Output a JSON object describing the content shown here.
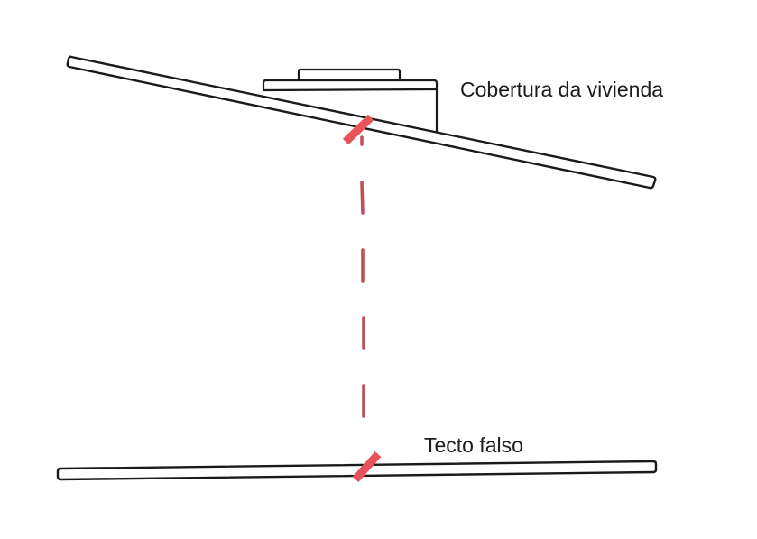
{
  "diagram": {
    "type": "schematic-sketch",
    "labels": {
      "roof": "Cobertura da vivienda",
      "false_ceiling": "Tecto falso"
    },
    "elements": [
      {
        "id": "roof-board",
        "description": "sloped roof board"
      },
      {
        "id": "roof-fixture",
        "description": "box-shaped fixture on top of the roof"
      },
      {
        "id": "ceiling-board",
        "description": "horizontal false-ceiling board"
      },
      {
        "id": "alignment-line",
        "description": "red dashed vertical line connecting the two marks"
      },
      {
        "id": "roof-mark",
        "description": "red mark on the roof board"
      },
      {
        "id": "ceiling-mark",
        "description": "red mark on the false ceiling board"
      }
    ],
    "colors": {
      "stroke": "#1a1a1a",
      "mark": "#e8525a",
      "dash": "#c0505a",
      "background": "#ffffff"
    }
  }
}
